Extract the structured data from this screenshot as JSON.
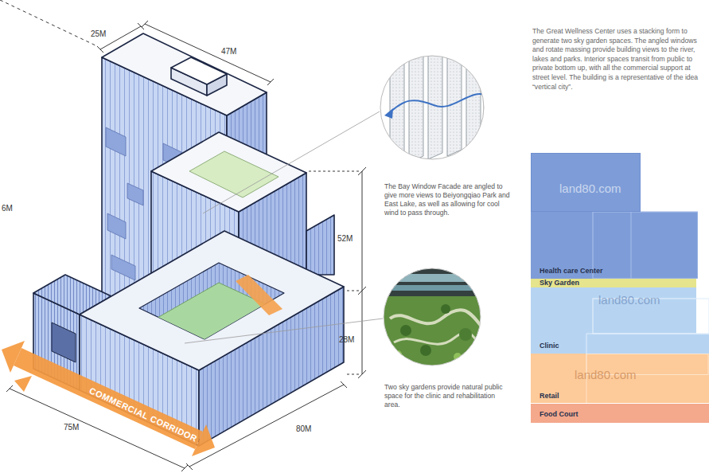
{
  "diagram": {
    "nodes": [
      {
        "text": [
          "Health care Center"
        ]
      },
      {
        "text": [
          "Sky Garden"
        ]
      },
      {
        "text": [
          "Clinic"
        ]
      },
      {
        "text": [
          "Retail"
        ]
      },
      {
        "text": [
          "Food Court"
        ]
      }
    ],
    "labels": [
      "25M",
      "47M",
      "6M",
      "52M",
      "28M",
      "80M",
      "75M",
      "COMMERCIAL CORRIDOR",
      "The Bay Window Facade are angled to give more views to Beiyongqiao Park and East Lake, as well as allowing for cool wind to pass through.",
      "Two sky gardens provide natural public space for the clinic and rehabilitation area.",
      "The Great Wellness Center uses a stacking form to generate two sky garden spaces. The angled windows and rotate massing provide building views to the river, lakes and parks. Interior spaces transit from public to private bottom up, with all the commercial support at street level. The building is a representative of the idea “vertical city”.",
      "land80.com",
      "land80.com",
      "land80.com"
    ]
  }
}
